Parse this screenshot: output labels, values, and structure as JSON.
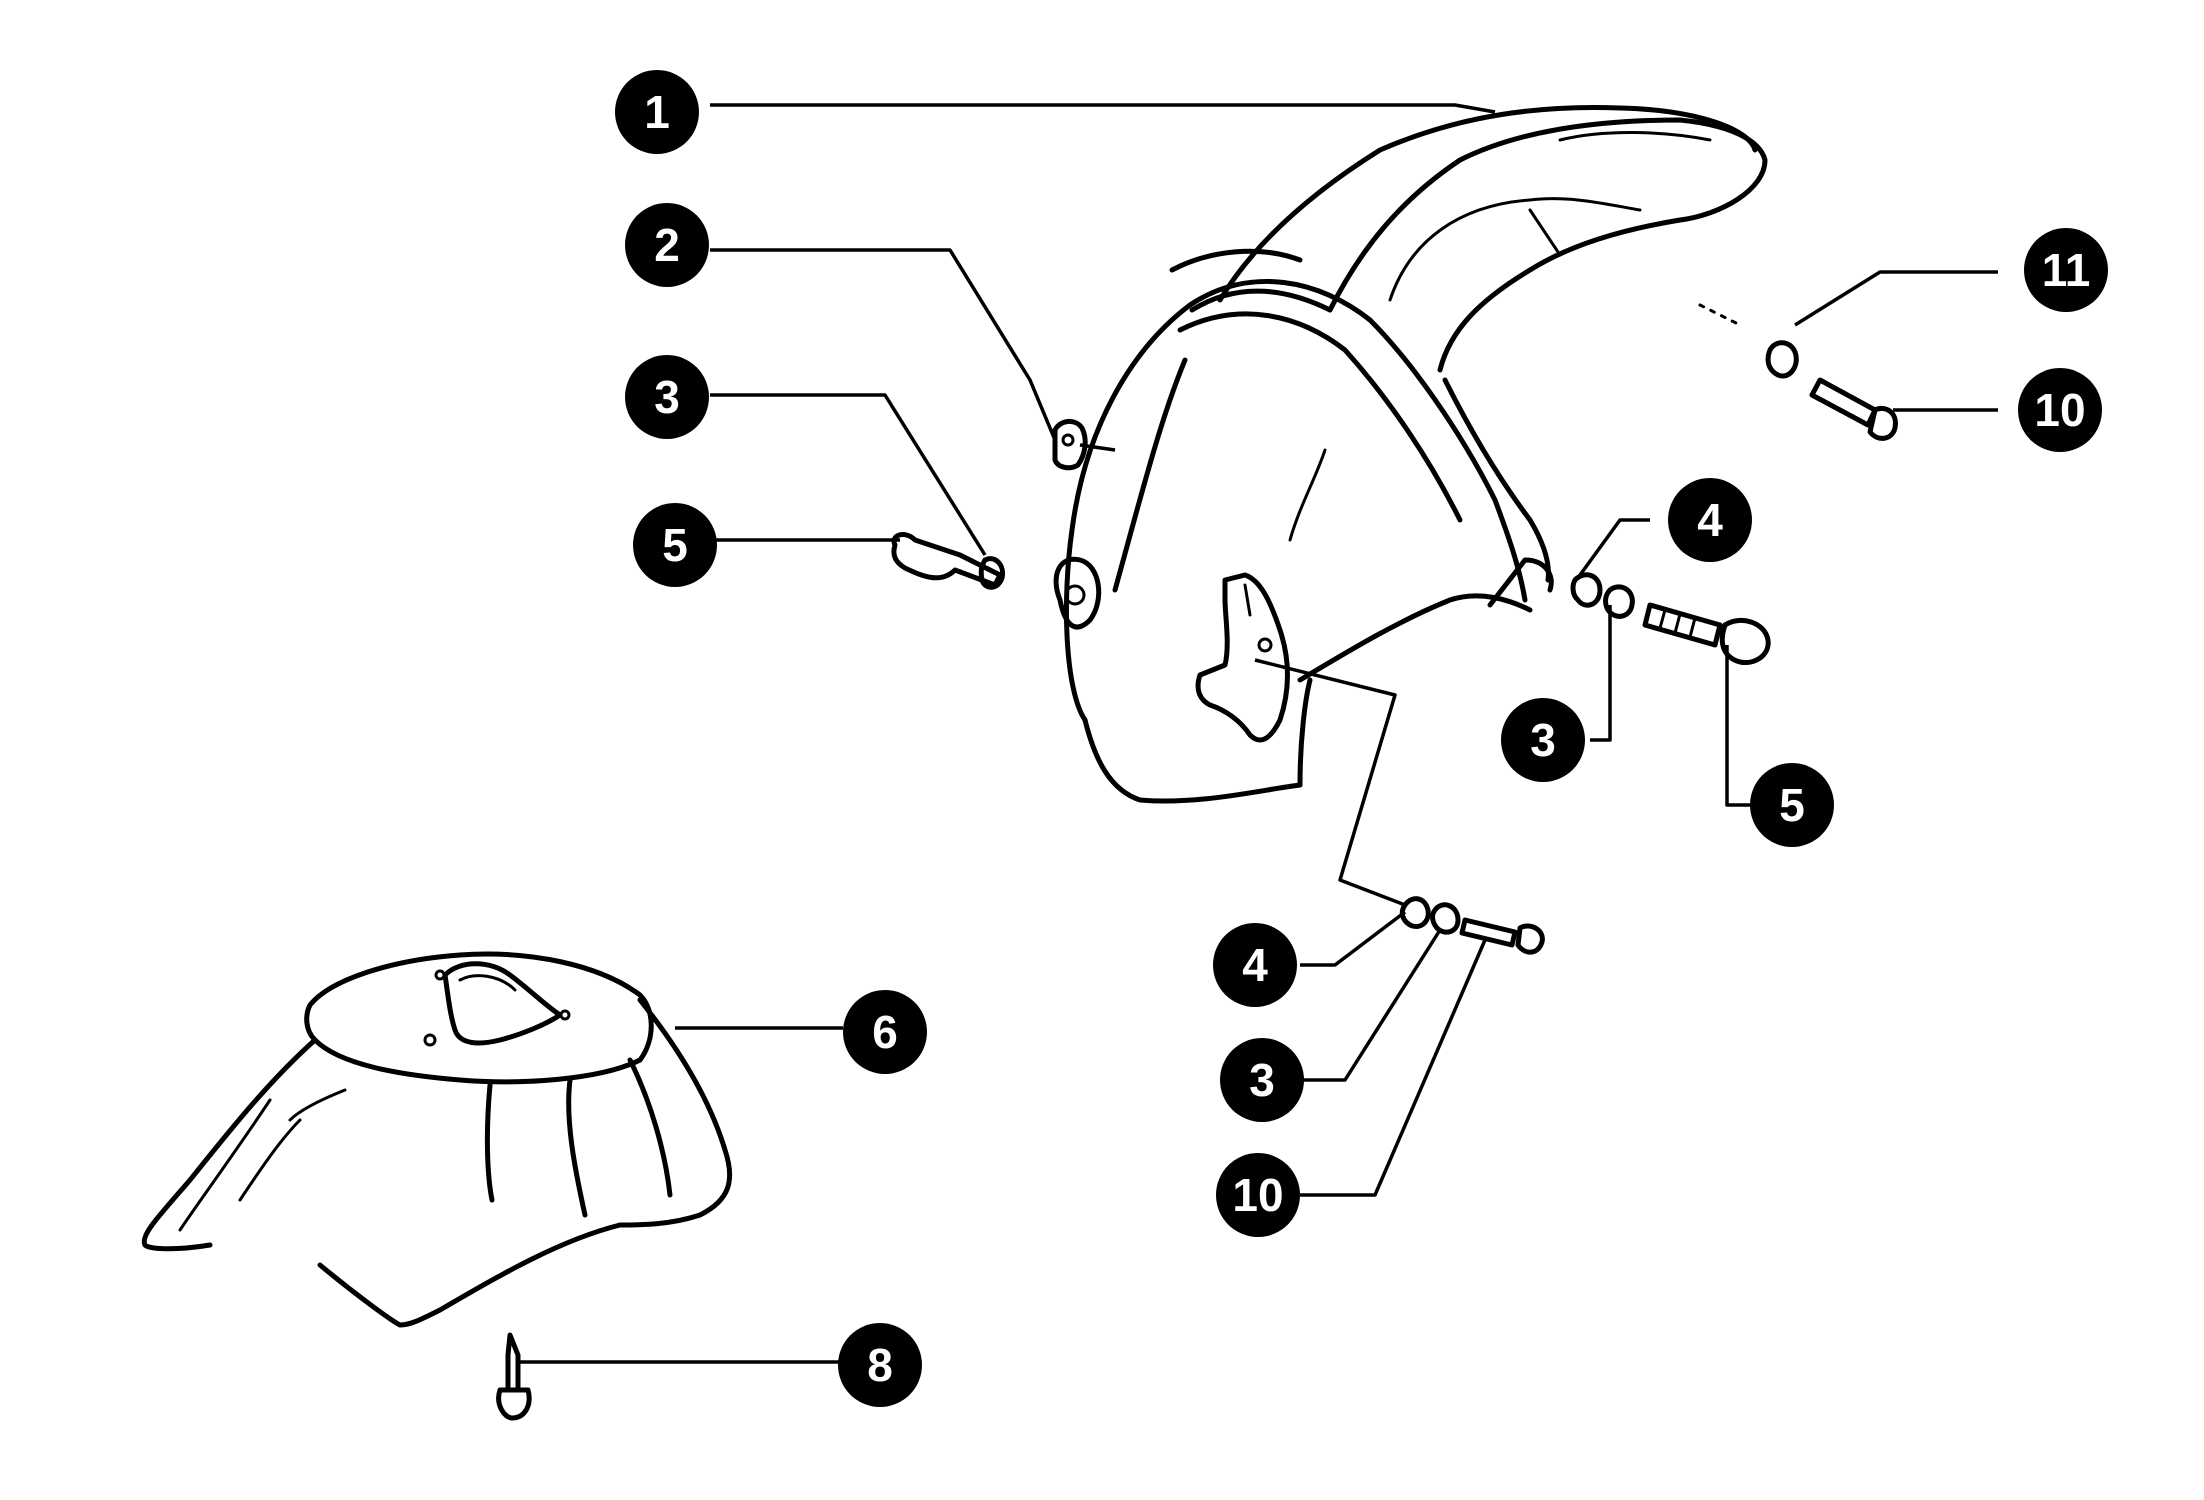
{
  "diagram": {
    "callouts": [
      {
        "id": "c1",
        "label": "1"
      },
      {
        "id": "c2",
        "label": "2"
      },
      {
        "id": "c3a",
        "label": "3"
      },
      {
        "id": "c5a",
        "label": "5"
      },
      {
        "id": "c11",
        "label": "11"
      },
      {
        "id": "c10a",
        "label": "10"
      },
      {
        "id": "c4a",
        "label": "4"
      },
      {
        "id": "c3b",
        "label": "3"
      },
      {
        "id": "c5b",
        "label": "5"
      },
      {
        "id": "c4b",
        "label": "4"
      },
      {
        "id": "c3c",
        "label": "3"
      },
      {
        "id": "c10b",
        "label": "10"
      },
      {
        "id": "c6",
        "label": "6"
      },
      {
        "id": "c8",
        "label": "8"
      }
    ]
  }
}
